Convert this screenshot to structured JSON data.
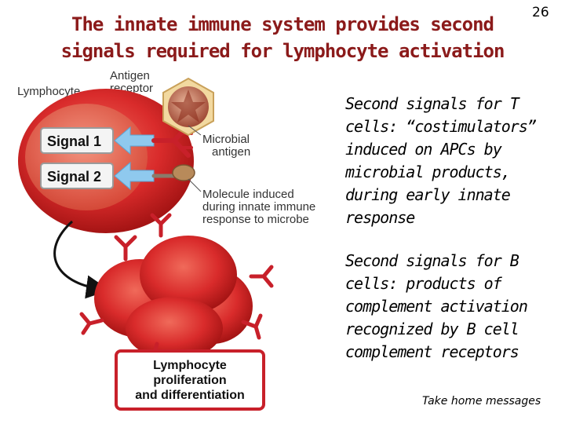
{
  "title": {
    "line1": "The innate immune system provides second",
    "line2": "signals required for lymphocyte activation"
  },
  "slide_number": "26",
  "diagram": {
    "lymphocyte_label": "Lymphocyte",
    "antigen_receptor_label": [
      "Antigen",
      "receptor"
    ],
    "microbial_antigen_label": [
      "Microbial",
      "antigen"
    ],
    "molecule_label": [
      "Molecule induced",
      "during innate immune",
      "response to microbe"
    ],
    "signal1": "Signal 1",
    "signal2": "Signal 2",
    "outcome_box": [
      "Lymphocyte",
      "proliferation",
      "and differentiation"
    ]
  },
  "text_blocks": {
    "t_cells": [
      "Second signals for T",
      "cells: “costimulators”",
      "induced on APCs by",
      "microbial products,",
      "during early innate",
      "response"
    ],
    "b_cells": [
      "Second signals for B",
      "cells: products of",
      "complement activation",
      "recognized by B cell",
      "complement receptors"
    ]
  },
  "footer": "Take home messages",
  "colors": {
    "title": "#8b1a1a",
    "cell": "#d92b2b",
    "cell_dark": "#b01818",
    "arrow_blue": "#8fc9ee",
    "receptor": "#c8202a"
  }
}
